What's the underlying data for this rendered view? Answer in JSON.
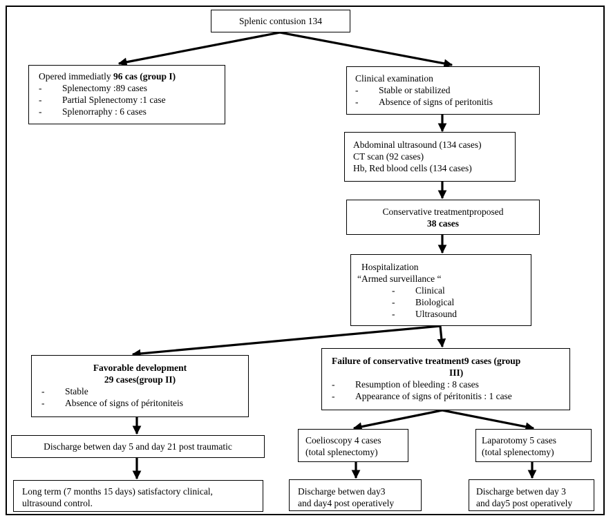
{
  "root": {
    "title": "Splenic contusion 134"
  },
  "group1": {
    "title_plain": "Opered immediatly ",
    "title_bold": "96 cas (group I)",
    "items": [
      "Splenectomy :89 cases",
      "Partial Splenectomy :1 case",
      "Splenorraphy : 6 cases"
    ]
  },
  "clinical": {
    "title": "Clinical examination",
    "items": [
      "Stable or stabilized",
      "Absence of signs of peritonitis"
    ]
  },
  "imaging": {
    "lines": [
      "Abdominal ultrasound (134 cases)",
      "CT scan (92 cases)",
      "Hb, Red blood cells (134 cases)"
    ]
  },
  "conservative": {
    "line1": "Conservative treatmentproposed",
    "line2": "38 cases"
  },
  "hospital": {
    "title": "Hospitalization",
    "subtitle": "“Armed surveillance “",
    "items": [
      "Clinical",
      "Biological",
      "Ultrasound"
    ]
  },
  "favorable": {
    "line1": "Favorable development",
    "line2": "29 cases(group II)",
    "items": [
      "Stable",
      "Absence of signs of péritoniteis"
    ]
  },
  "failure": {
    "title_line1": "Failure of conservative treatment9 cases (group",
    "title_line2": "III)",
    "items": [
      "Resumption of bleeding : 8 cases",
      "Appearance of signs of péritonitis : 1 case"
    ]
  },
  "discharge_fav": {
    "text": "Discharge betwen day 5 and day 21 post traumatic"
  },
  "longterm": {
    "line1": "Long term (7 months 15 days) satisfactory clinical,",
    "line2": "ultrasound control."
  },
  "coelioscopy": {
    "line1": "Coelioscopy 4 cases",
    "line2": "(total splenectomy)"
  },
  "laparotomy": {
    "line1": "Laparotomy 5 cases",
    "line2": "(total splenectomy)"
  },
  "discharge_coel": {
    "line1": "Discharge betwen day3",
    "line2": "and day4 post operatively"
  },
  "discharge_lap": {
    "line1": "Discharge betwen day 3",
    "line2": "and day5 post operatively"
  },
  "list_marker": "-"
}
